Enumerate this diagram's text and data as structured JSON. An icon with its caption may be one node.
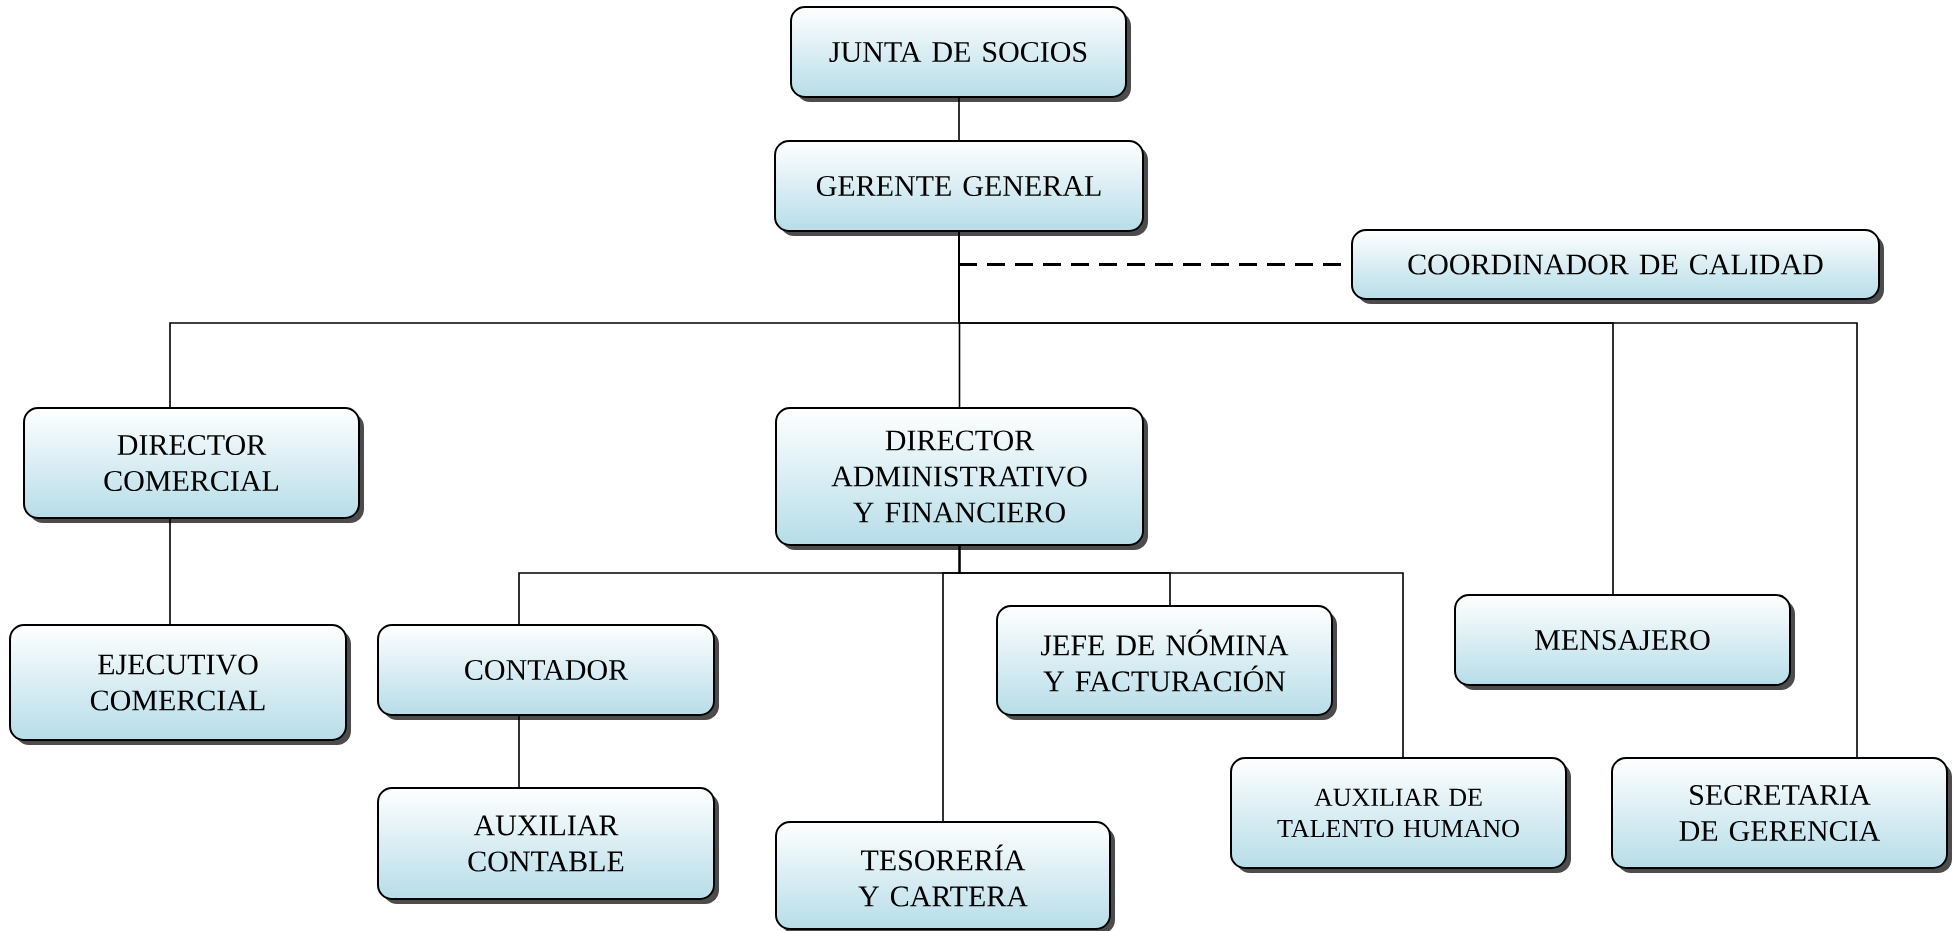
{
  "diagram": {
    "nodes": [
      {
        "text": [
          "JUNTA DE SOCIOS"
        ]
      },
      {
        "text": [
          "GERENTE GENERAL"
        ]
      },
      {
        "text": [
          "COORDINADOR DE CALIDAD"
        ]
      },
      {
        "text": [
          "DIRECTOR COMERCIAL"
        ]
      },
      {
        "text": [
          "DIRECTOR ADMINISTRATIVO Y FINANCIERO"
        ]
      },
      {
        "text": [
          "MENSAJERO"
        ]
      },
      {
        "text": [
          "EJECUTIVO COMERCIAL"
        ]
      },
      {
        "text": [
          "CONTADOR"
        ]
      },
      {
        "text": [
          "JEFE DE NÓMINA Y FACTURACIÓN"
        ]
      },
      {
        "text": [
          "AUXILIAR DE TALENTO HUMANO"
        ]
      },
      {
        "text": [
          "SECRETARIA DE GERENCIA"
        ]
      },
      {
        "text": [
          "AUXILIAR CONTABLE"
        ]
      },
      {
        "text": [
          "TESORERÍA Y CARTERA"
        ]
      }
    ],
    "edges": [
      {
        "from": 0,
        "to": 1,
        "arrow": "none"
      },
      {
        "from": 1,
        "to": 2,
        "arrow": "none",
        "style": "dashed"
      },
      {
        "from": 1,
        "to": 3,
        "arrow": "none"
      },
      {
        "from": 1,
        "to": 4,
        "arrow": "none"
      },
      {
        "from": 1,
        "to": 5,
        "arrow": "none"
      },
      {
        "from": 1,
        "to": 10,
        "arrow": "none"
      },
      {
        "from": 3,
        "to": 6,
        "arrow": "none"
      },
      {
        "from": 4,
        "to": 7,
        "arrow": "none"
      },
      {
        "from": 4,
        "to": 12,
        "arrow": "none"
      },
      {
        "from": 4,
        "to": 8,
        "arrow": "none"
      },
      {
        "from": 4,
        "to": 9,
        "arrow": "none"
      },
      {
        "from": 7,
        "to": 11,
        "arrow": "none"
      }
    ]
  }
}
